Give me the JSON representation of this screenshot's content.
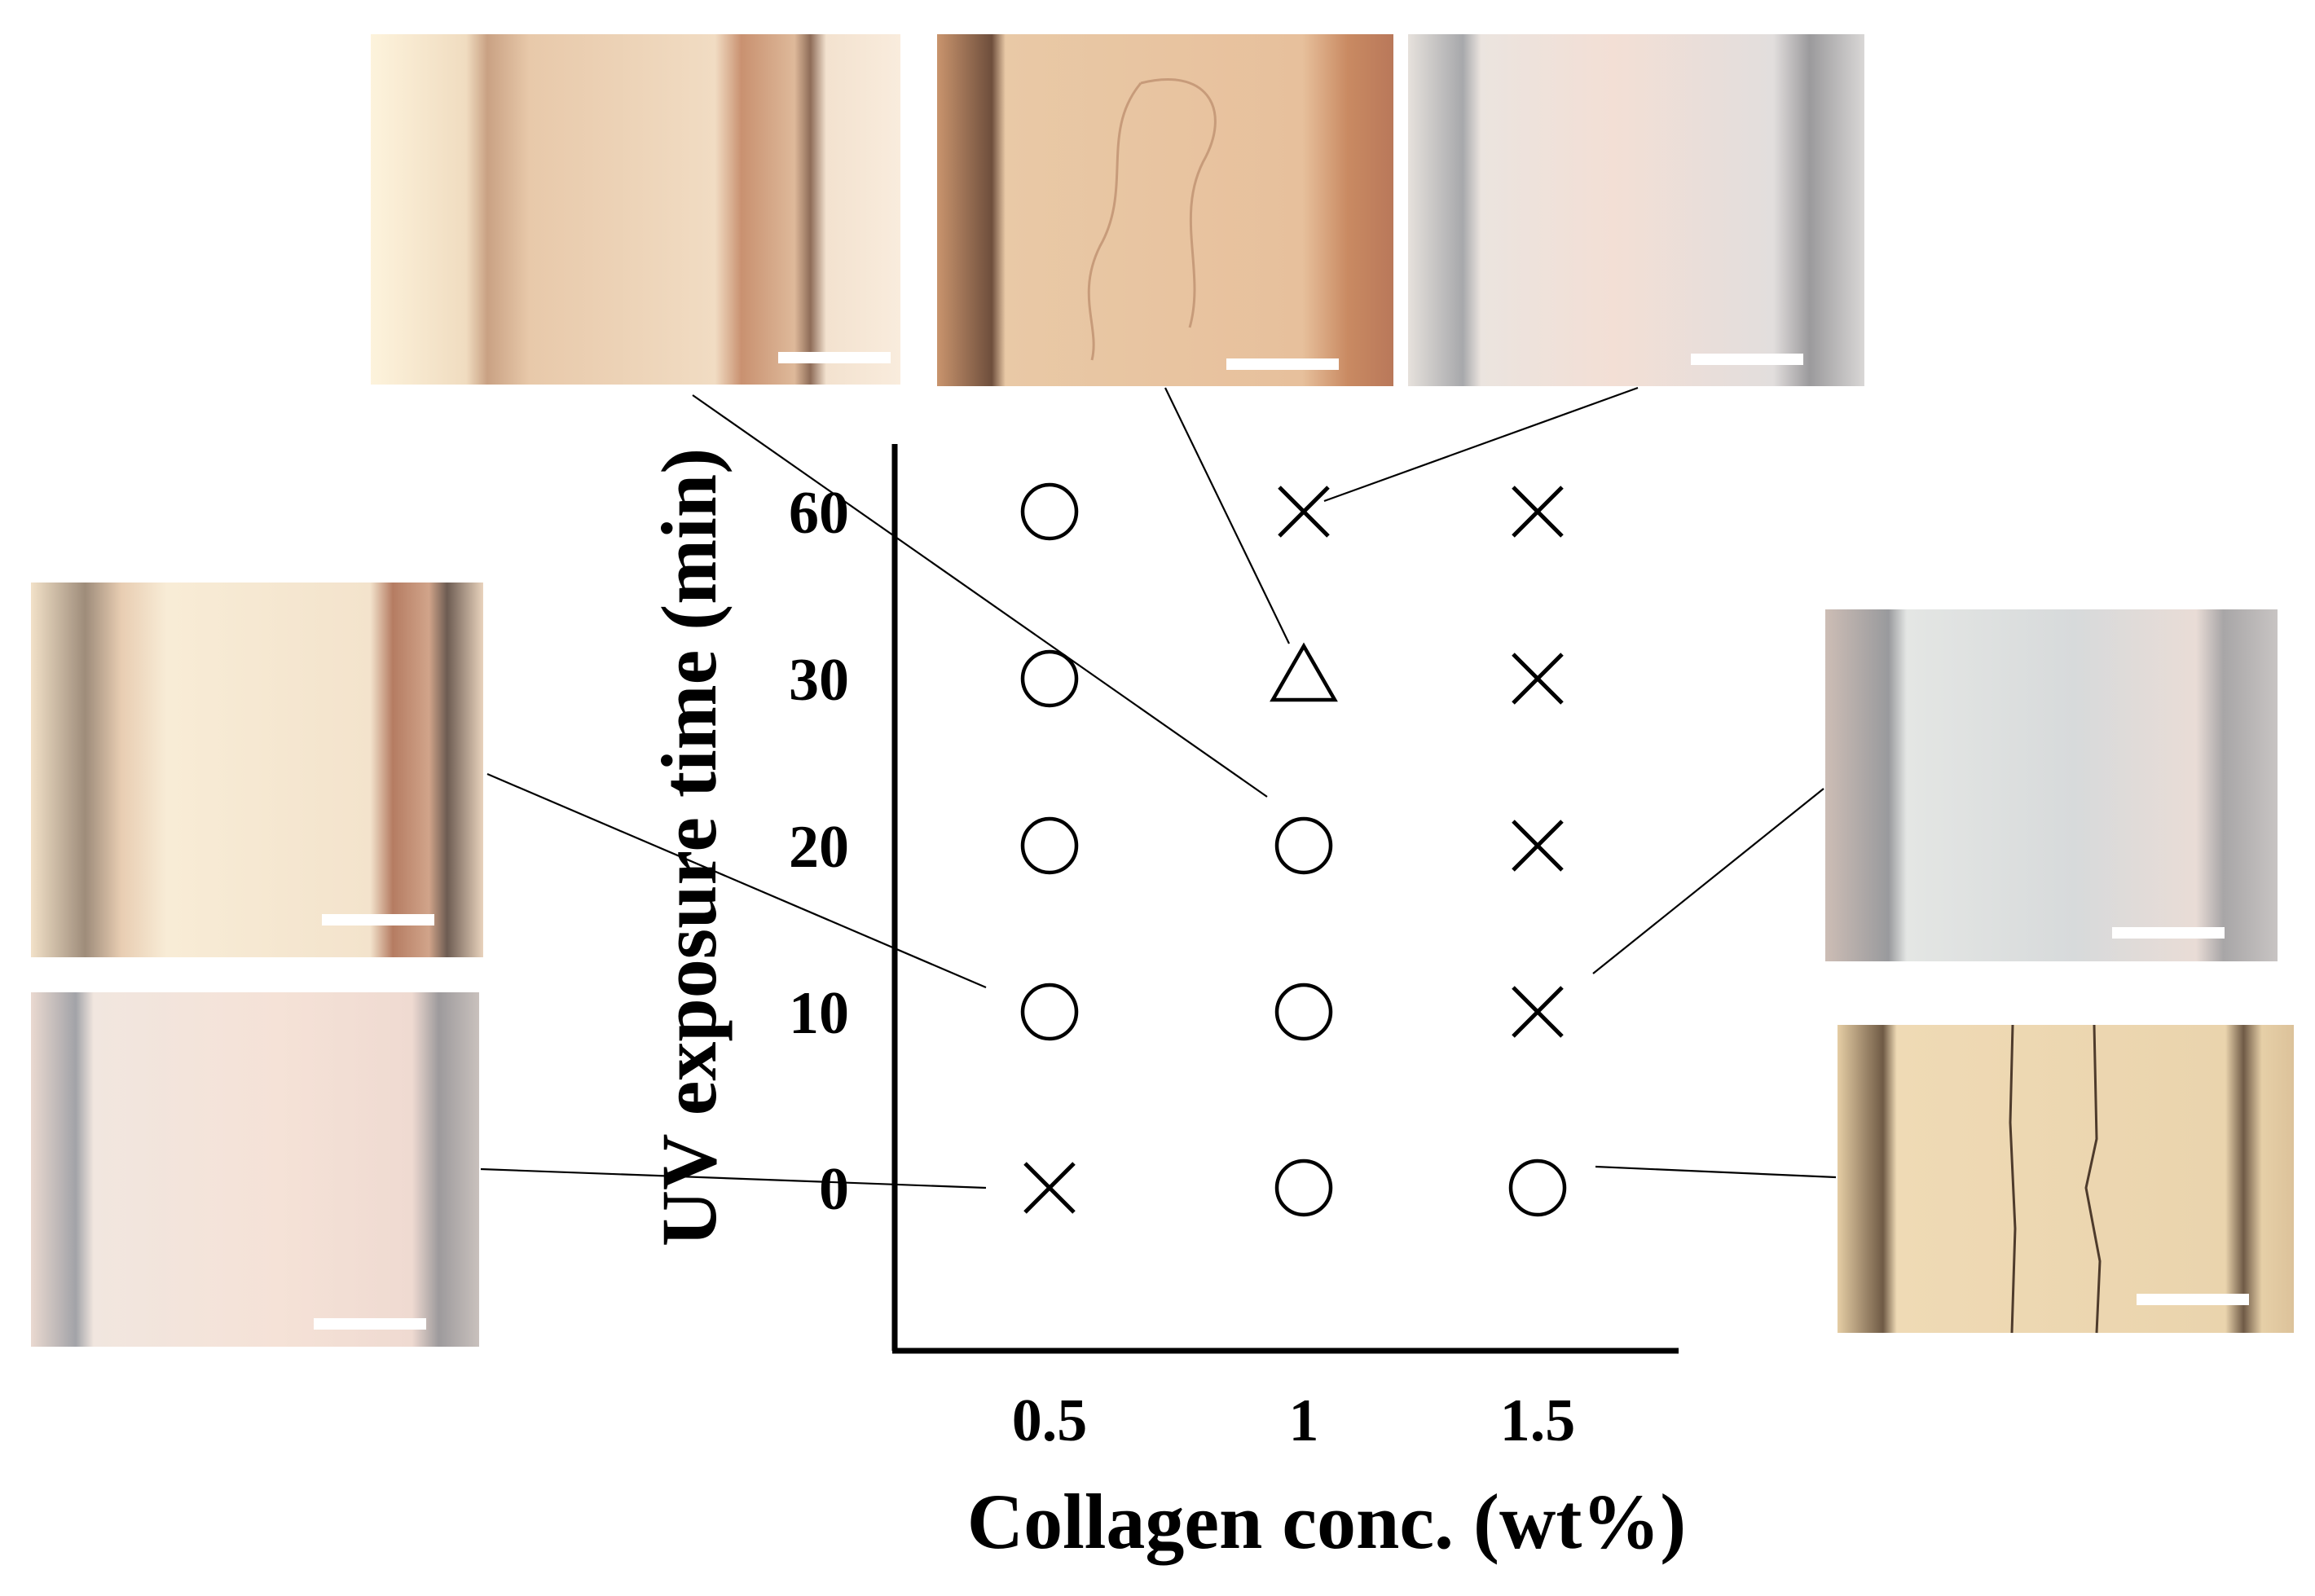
{
  "chart_data": {
    "type": "scatter",
    "title": "",
    "xlabel": "Collagen conc. (wt%)",
    "ylabel": "UV exposure time (min)",
    "x_categories": [
      "0.5",
      "1",
      "1.5"
    ],
    "y_categories": [
      "0",
      "10",
      "20",
      "30",
      "60"
    ],
    "grid": false,
    "legend": "none",
    "marker_colors": {
      "marker": "#000000",
      "axis": "#000000",
      "scale_bar": "#ffffff",
      "leader": "#000000"
    },
    "points": [
      {
        "x": "0.5",
        "y": "60",
        "symbol": "circle"
      },
      {
        "x": "0.5",
        "y": "30",
        "symbol": "circle"
      },
      {
        "x": "0.5",
        "y": "20",
        "symbol": "circle"
      },
      {
        "x": "0.5",
        "y": "10",
        "symbol": "circle"
      },
      {
        "x": "0.5",
        "y": "0",
        "symbol": "cross"
      },
      {
        "x": "1",
        "y": "60",
        "symbol": "cross"
      },
      {
        "x": "1",
        "y": "30",
        "symbol": "triangle"
      },
      {
        "x": "1",
        "y": "20",
        "symbol": "circle"
      },
      {
        "x": "1",
        "y": "10",
        "symbol": "circle"
      },
      {
        "x": "1",
        "y": "0",
        "symbol": "circle"
      },
      {
        "x": "1.5",
        "y": "60",
        "symbol": "cross"
      },
      {
        "x": "1.5",
        "y": "30",
        "symbol": "cross"
      },
      {
        "x": "1.5",
        "y": "20",
        "symbol": "cross"
      },
      {
        "x": "1.5",
        "y": "10",
        "symbol": "cross"
      },
      {
        "x": "1.5",
        "y": "0",
        "symbol": "circle"
      }
    ],
    "micrographs": [
      {
        "point": {
          "x": "1",
          "y": "20"
        },
        "style": "tan-wide-band"
      },
      {
        "point": {
          "x": "1",
          "y": "30"
        },
        "style": "tan-wavy"
      },
      {
        "point": {
          "x": "1",
          "y": "60"
        },
        "style": "grey-pink"
      },
      {
        "point": {
          "x": "0.5",
          "y": "10"
        },
        "style": "cream-bands"
      },
      {
        "point": {
          "x": "0.5",
          "y": "0"
        },
        "style": "pink-plain"
      },
      {
        "point": {
          "x": "1.5",
          "y": "10"
        },
        "style": "grey-blue"
      },
      {
        "point": {
          "x": "1.5",
          "y": "0"
        },
        "style": "yellow-cracked"
      }
    ]
  }
}
